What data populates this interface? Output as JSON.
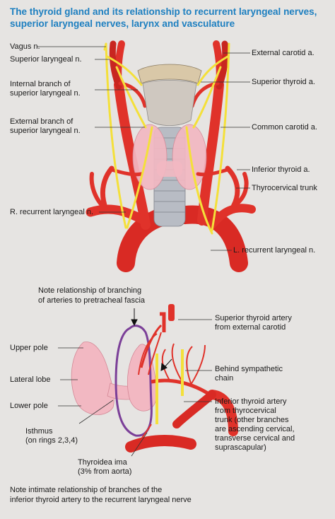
{
  "title": {
    "line1": "The thyroid gland and its relationship to recurrent laryngeal nerves,",
    "line2": "superior laryngeal nerves, larynx and vasculature"
  },
  "top_labels": {
    "vagus": "Vagus n.",
    "superior_laryngeal": "Superior laryngeal n.",
    "internal_branch_1": "Internal branch of",
    "internal_branch_2": "superior laryngeal n.",
    "external_branch_1": "External branch of",
    "external_branch_2": "superior laryngeal n.",
    "r_recurrent": "R. recurrent laryngeal n.",
    "external_carotid": "External carotid a.",
    "superior_thyroid": "Superior thyroid a.",
    "common_carotid": "Common carotid a.",
    "inferior_thyroid": "Inferior thyroid a.",
    "thyrocervical": "Thyrocervical trunk",
    "l_recurrent": "L. recurrent laryngeal n."
  },
  "bottom_labels": {
    "note_branching_1": "Note relationship of branching",
    "note_branching_2": "of arteries to pretracheal fascia",
    "upper_pole": "Upper pole",
    "lateral_lobe": "Lateral lobe",
    "lower_pole": "Lower pole",
    "isthmus_1": "Isthmus",
    "isthmus_2": "(on rings 2,3,4)",
    "thyroidea_ima_1": "Thyroidea ima",
    "thyroidea_ima_2": "(3% from aorta)",
    "superior_thyroid_artery_1": "Superior thyroid artery",
    "superior_thyroid_artery_2": "from external carotid",
    "behind_sympathetic_1": "Behind sympathetic",
    "behind_sympathetic_2": "chain",
    "inferior_thyroid_artery_1": "Inferior thyroid artery",
    "inferior_thyroid_artery_2": "from thyrocervical",
    "inferior_thyroid_artery_3": "trunk (other branches",
    "inferior_thyroid_artery_4": "are ascending cervical,",
    "inferior_thyroid_artery_5": "transverse cervical and",
    "inferior_thyroid_artery_6": "suprascapular)"
  },
  "footer_note": {
    "line1": "Note intimate relationship of branches of the",
    "line2": "inferior thyroid artery to the recurrent laryngeal nerve"
  },
  "colors": {
    "background": "#e6e4e2",
    "title": "#1d7fc0",
    "artery": "#e0322a",
    "nerve": "#f4e03a",
    "thyroid": "#f2b8c2",
    "fascia": "#7b3f98",
    "trachea": "#b8bcc4"
  }
}
